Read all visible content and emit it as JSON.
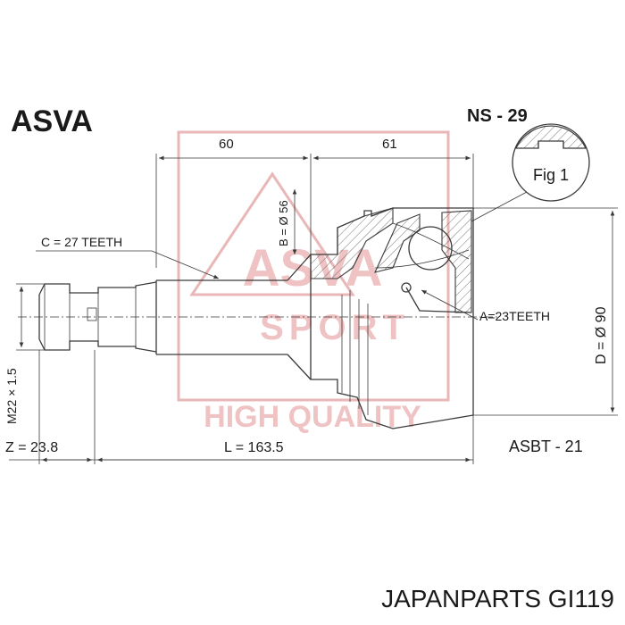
{
  "brand": "ASVA",
  "series_code": "NS - 29",
  "fig_label": "Fig 1",
  "part_number": "ASBT - 21",
  "watermark": {
    "logo": "ASVA",
    "word": "SPORT",
    "tagline": "HIGH QUALITY",
    "color": "#e9b7b7"
  },
  "dimensions": {
    "len_left": "60",
    "len_right": "61",
    "bore_b": "B = Ø 56",
    "teeth_c": "C = 27 TEETH",
    "teeth_a": "A=23TEETH",
    "outer_d": "D = Ø 90",
    "thread": "M22 × 1.5",
    "z_value": "Z = 23.8",
    "length_total": "L = 163.5"
  },
  "footer": "JAPANPARTS GI119"
}
